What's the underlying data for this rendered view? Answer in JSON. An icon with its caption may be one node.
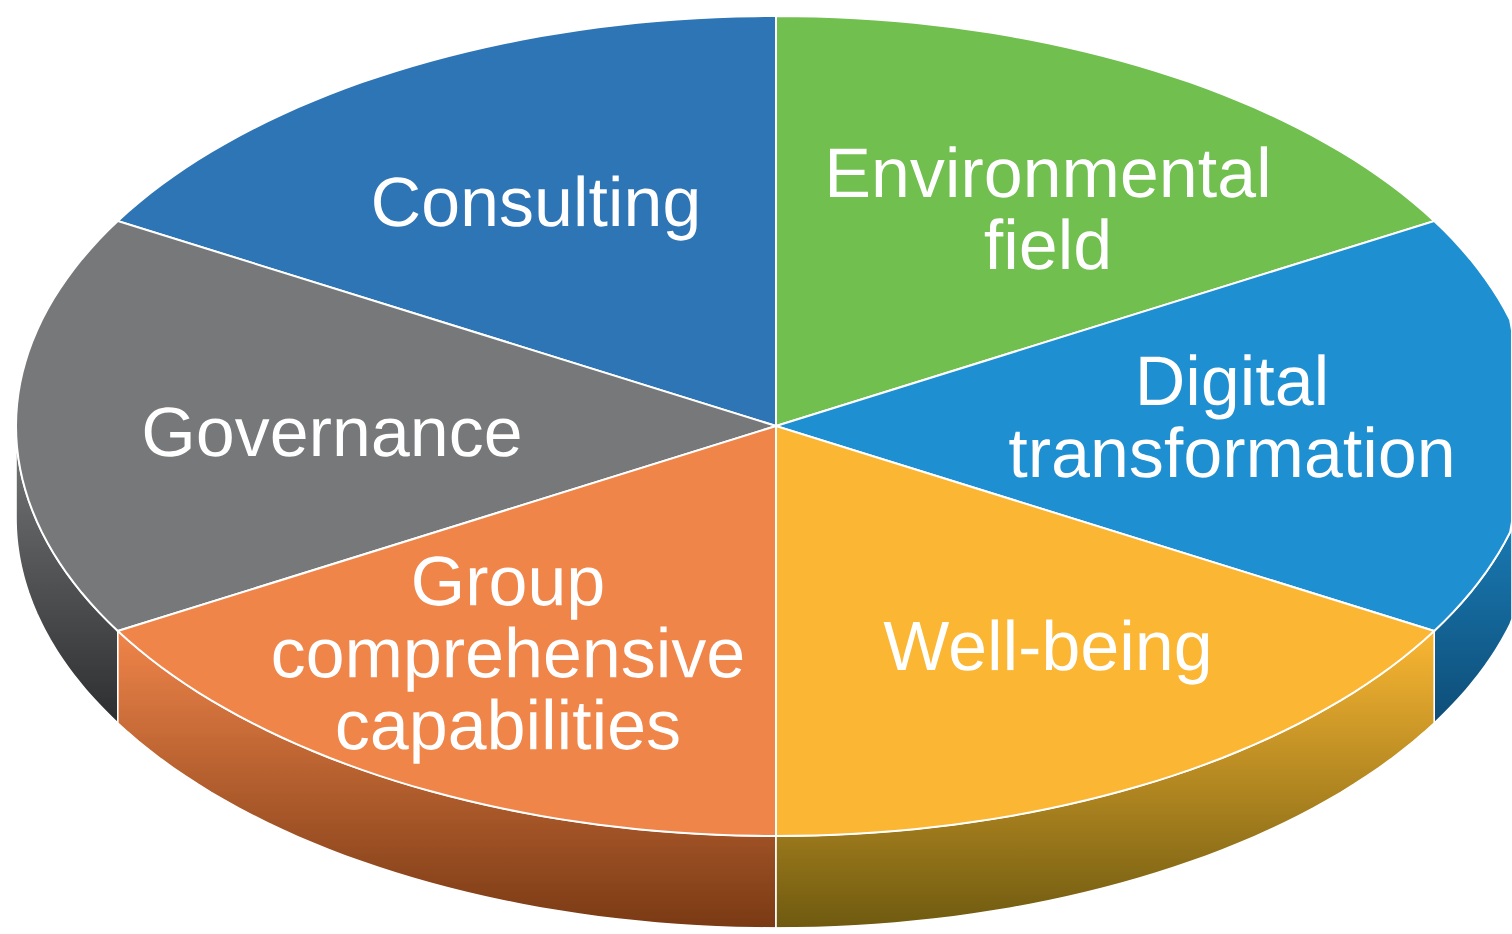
{
  "diagram": {
    "nodes": [
      {
        "text": [
          "Consulting"
        ]
      },
      {
        "text": [
          "Environmental field"
        ]
      },
      {
        "text": [
          "Governance"
        ]
      },
      {
        "text": [
          "Digital transformation"
        ]
      },
      {
        "text": [
          "Group comprehensive capabilities"
        ]
      },
      {
        "text": [
          "Well-being"
        ]
      }
    ]
  }
}
